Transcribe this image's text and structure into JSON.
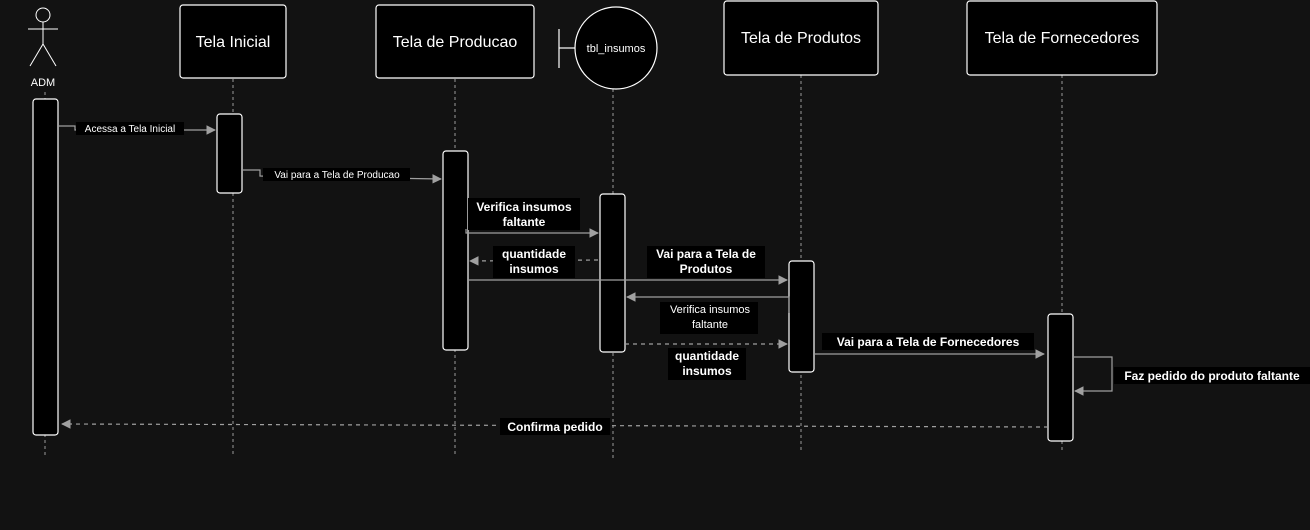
{
  "actor": {
    "label": "ADM"
  },
  "participants": [
    {
      "id": "tela_inicial",
      "label": "Tela Inicial"
    },
    {
      "id": "tela_producao",
      "label": "Tela de Producao"
    },
    {
      "id": "tbl_insumos",
      "label": "tbl_insumos"
    },
    {
      "id": "tela_produtos",
      "label": "Tela de Produtos"
    },
    {
      "id": "tela_fornecedores",
      "label": "Tela de Fornecedores"
    }
  ],
  "messages": [
    {
      "from": "ADM",
      "to": "Tela Inicial",
      "text": "Acessa a Tela Inicial",
      "style": "solid"
    },
    {
      "from": "Tela Inicial",
      "to": "Tela de Producao",
      "text": "Vai para a Tela de Producao",
      "style": "solid"
    },
    {
      "from": "Tela de Producao",
      "to": "tbl_insumos",
      "lines": [
        "Verifica insumos",
        "faltante"
      ],
      "style": "solid"
    },
    {
      "from": "tbl_insumos",
      "to": "Tela de Producao",
      "lines": [
        "quantidade",
        "insumos"
      ],
      "style": "dashed"
    },
    {
      "from": "Tela de Producao",
      "to": "Tela de Produtos",
      "lines": [
        "Vai para a Tela de",
        "Produtos"
      ],
      "style": "solid"
    },
    {
      "from": "Tela de Produtos",
      "to": "tbl_insumos",
      "lines": [
        "Verifica insumos",
        "faltante"
      ],
      "style": "solid"
    },
    {
      "from": "tbl_insumos",
      "to": "Tela de Produtos",
      "lines": [
        "quantidade",
        "insumos"
      ],
      "style": "dashed"
    },
    {
      "from": "Tela de Produtos",
      "to": "Tela de Fornecedores",
      "text": "Vai para a Tela de Fornecedores",
      "style": "solid"
    },
    {
      "from": "Tela de Fornecedores",
      "to": "Tela de Fornecedores",
      "text": "Faz pedido do produto faltante",
      "style": "solid"
    },
    {
      "from": "Tela de Fornecedores",
      "to": "ADM",
      "text": "Confirma pedido",
      "style": "dashed"
    }
  ],
  "colors": {
    "background": "#121212",
    "box": "#000000",
    "stroke": "#ffffff",
    "lifeline": "#9a9a9a",
    "arrow": "#a0a0a0"
  }
}
